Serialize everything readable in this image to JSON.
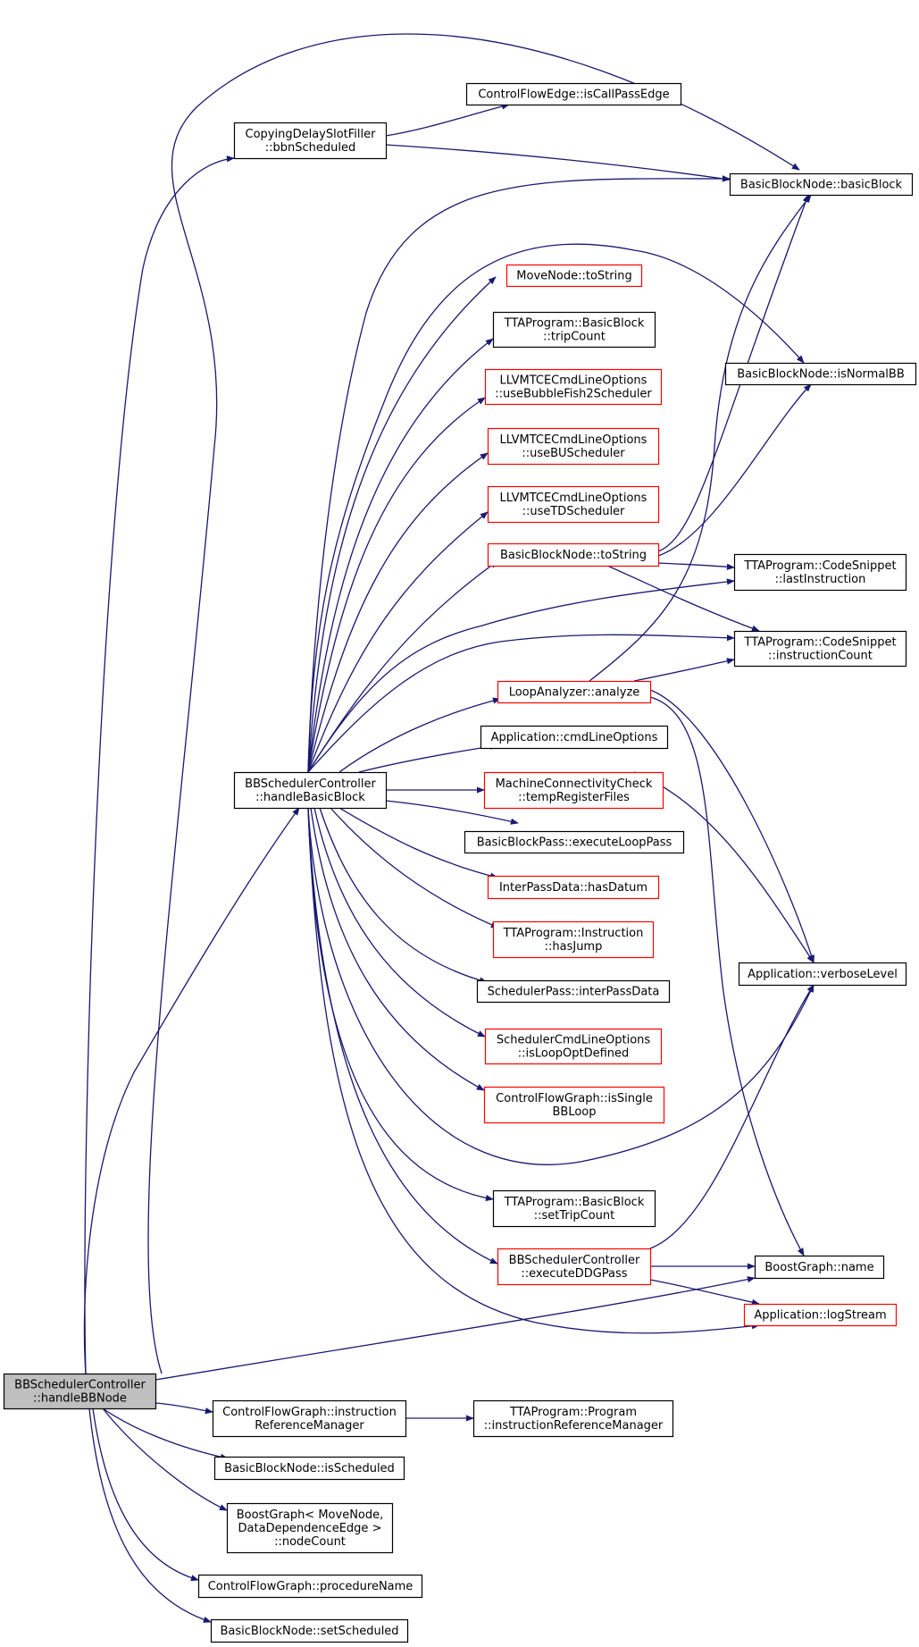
{
  "colors": {
    "edge": "#191970",
    "border_black": "#000000",
    "border_red": "#ff0000",
    "root_fill": "#bfbfbf",
    "fill": "#ffffff"
  },
  "graph": {
    "nodes": [
      {
        "id": "root",
        "lines": [
          "BBSchedulerController",
          "::handleBBNode"
        ],
        "style": "root"
      },
      {
        "id": "copying",
        "lines": [
          "CopyingDelaySlotFiller",
          "::bbnScheduled"
        ],
        "style": "black"
      },
      {
        "id": "cfe_iscallpass",
        "lines": [
          "ControlFlowEdge::isCallPassEdge"
        ],
        "style": "black"
      },
      {
        "id": "bbn_basicblock",
        "lines": [
          "BasicBlockNode::basicBlock"
        ],
        "style": "black"
      },
      {
        "id": "mn_tostring",
        "lines": [
          "MoveNode::toString"
        ],
        "style": "red"
      },
      {
        "id": "tta_bb_tripcount",
        "lines": [
          "TTAProgram::BasicBlock",
          "::tripCount"
        ],
        "style": "black"
      },
      {
        "id": "bbn_isnormalbb",
        "lines": [
          "BasicBlockNode::isNormalBB"
        ],
        "style": "black"
      },
      {
        "id": "llvm_bubble",
        "lines": [
          "LLVMTCECmdLineOptions",
          "::useBubbleFish2Scheduler"
        ],
        "style": "red"
      },
      {
        "id": "llvm_bu",
        "lines": [
          "LLVMTCECmdLineOptions",
          "::useBUScheduler"
        ],
        "style": "red"
      },
      {
        "id": "llvm_td",
        "lines": [
          "LLVMTCECmdLineOptions",
          "::useTDScheduler"
        ],
        "style": "red"
      },
      {
        "id": "bbn_tostring",
        "lines": [
          "BasicBlockNode::toString"
        ],
        "style": "red"
      },
      {
        "id": "cs_lastinstr",
        "lines": [
          "TTAProgram::CodeSnippet",
          "::lastInstruction"
        ],
        "style": "black"
      },
      {
        "id": "cs_instrcount",
        "lines": [
          "TTAProgram::CodeSnippet",
          "::instructionCount"
        ],
        "style": "black"
      },
      {
        "id": "loop_analyze",
        "lines": [
          "LoopAnalyzer::analyze"
        ],
        "style": "red"
      },
      {
        "id": "app_cmdline",
        "lines": [
          "Application::cmdLineOptions"
        ],
        "style": "black"
      },
      {
        "id": "bbsc_handlebb",
        "lines": [
          "BBSchedulerController",
          "::handleBasicBlock"
        ],
        "style": "black"
      },
      {
        "id": "mcc_temp",
        "lines": [
          "MachineConnectivityCheck",
          "::tempRegisterFiles"
        ],
        "style": "red"
      },
      {
        "id": "bbp_execloop",
        "lines": [
          "BasicBlockPass::executeLoopPass"
        ],
        "style": "black"
      },
      {
        "id": "ipd_hasdatum",
        "lines": [
          "InterPassData::hasDatum"
        ],
        "style": "red"
      },
      {
        "id": "tta_instr_hasjump",
        "lines": [
          "TTAProgram::Instruction",
          "::hasJump"
        ],
        "style": "red"
      },
      {
        "id": "app_verbose",
        "lines": [
          "Application::verboseLevel"
        ],
        "style": "black"
      },
      {
        "id": "sp_interpass",
        "lines": [
          "SchedulerPass::interPassData"
        ],
        "style": "black"
      },
      {
        "id": "scl_isloopopt",
        "lines": [
          "SchedulerCmdLineOptions",
          "::isLoopOptDefined"
        ],
        "style": "red"
      },
      {
        "id": "cfg_issingle",
        "lines": [
          "ControlFlowGraph::isSingle",
          "BBLoop"
        ],
        "style": "red"
      },
      {
        "id": "tta_bb_settrip",
        "lines": [
          "TTAProgram::BasicBlock",
          "::setTripCount"
        ],
        "style": "black"
      },
      {
        "id": "bbsc_execddg",
        "lines": [
          "BBSchedulerController",
          "::executeDDGPass"
        ],
        "style": "red"
      },
      {
        "id": "bg_name",
        "lines": [
          "BoostGraph::name"
        ],
        "style": "black"
      },
      {
        "id": "app_logstream",
        "lines": [
          "Application::logStream"
        ],
        "style": "red"
      },
      {
        "id": "cfg_irm",
        "lines": [
          "ControlFlowGraph::instruction",
          "ReferenceManager"
        ],
        "style": "black"
      },
      {
        "id": "tta_prog_irm",
        "lines": [
          "TTAProgram::Program",
          "::instructionReferenceManager"
        ],
        "style": "black"
      },
      {
        "id": "bbn_isscheduled",
        "lines": [
          "BasicBlockNode::isScheduled"
        ],
        "style": "black"
      },
      {
        "id": "bg_nodecount",
        "lines": [
          "BoostGraph< MoveNode,",
          "DataDependenceEdge >",
          "::nodeCount"
        ],
        "style": "black"
      },
      {
        "id": "cfg_procname",
        "lines": [
          "ControlFlowGraph::procedureName"
        ],
        "style": "black"
      },
      {
        "id": "bbn_setscheduled",
        "lines": [
          "BasicBlockNode::setScheduled"
        ],
        "style": "black"
      }
    ]
  }
}
